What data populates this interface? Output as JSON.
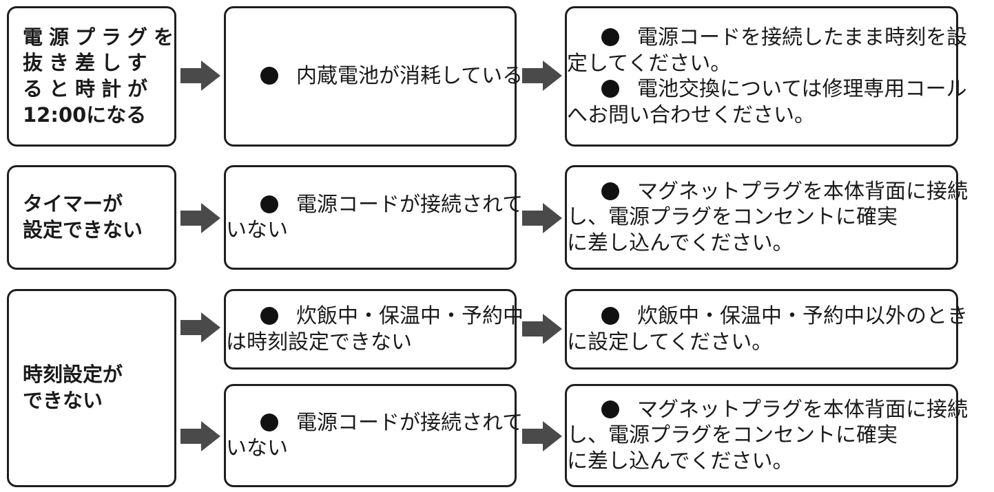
{
  "rows": [
    {
      "problem": [
        "電源プラグを",
        "抜き差しす",
        "ると時計が",
        "12:00になる"
      ],
      "cause": {
        "lines": [
          "内蔵電池が消耗している"
        ]
      },
      "remedy": {
        "lines": [
          "電源コードを接続したまま時刻を設",
          "定してください。",
          "電池交換については修理専用コール",
          "へお問い合わせください。"
        ]
      }
    },
    {
      "problem": [
        "タイマーが",
        "設定できない"
      ],
      "cause": {
        "lines": [
          "電源コードが接続されて",
          "いない"
        ]
      },
      "remedy": {
        "lines": [
          "マグネットプラグを本体背面に接続",
          "し、電源プラグをコンセントに確実",
          "に差し込んでください。"
        ]
      }
    },
    {
      "problem": [
        "時刻設定が",
        "できない"
      ],
      "branches": [
        {
          "cause": {
            "lines": [
              "炊飯中・保温中・予約中",
              "は時刻設定できない"
            ]
          },
          "remedy": {
            "lines": [
              "炊飯中・保温中・予約中以外のとき",
              "に設定してください。"
            ]
          }
        },
        {
          "cause": {
            "lines": [
              "電源コードが接続されて",
              "いない"
            ]
          },
          "remedy": {
            "lines": [
              "マグネットプラグを本体背面に接続",
              "し、電源プラグをコンセントに確実",
              "に差し込んでください。"
            ]
          }
        }
      ]
    }
  ],
  "icons": {
    "bullet": "black-circle-bullet",
    "arrow": "right-arrow-icon"
  },
  "colors": {
    "border": "#1e1e1e",
    "arrow": "#4a4a4a",
    "text": "#1a1a1a"
  }
}
